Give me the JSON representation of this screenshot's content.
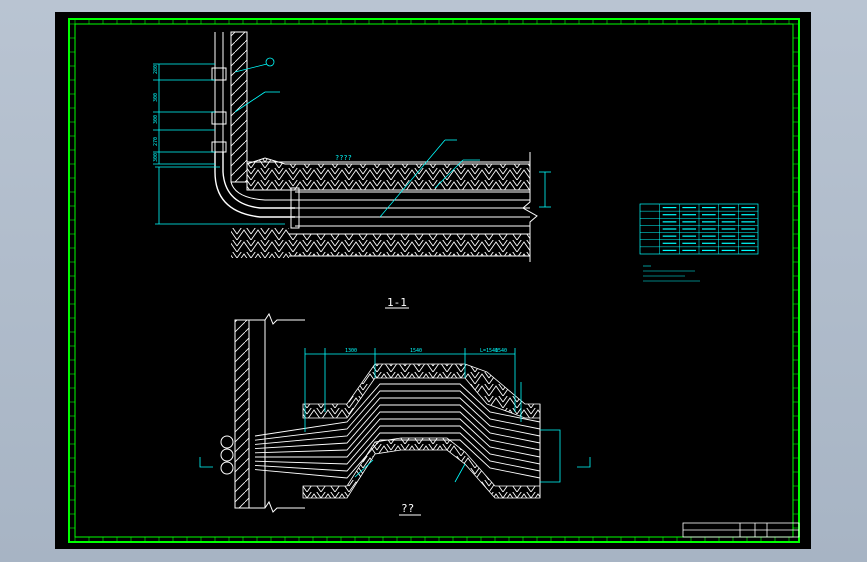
{
  "colors": {
    "background": "#000000",
    "frame": "#00ff00",
    "cyan": "#00ffff",
    "white": "#ffffff",
    "outer_ui": "#a9b6c6"
  },
  "section_top": {
    "label": "1-1",
    "note_center": "????",
    "dims": [
      "280",
      "300",
      "300",
      "270",
      "300"
    ]
  },
  "section_bottom": {
    "label": "??",
    "dims": [
      "1300",
      "1540",
      "L=1540",
      "1540"
    ]
  },
  "table": {
    "title": "",
    "rows": 6,
    "cols": 6
  }
}
